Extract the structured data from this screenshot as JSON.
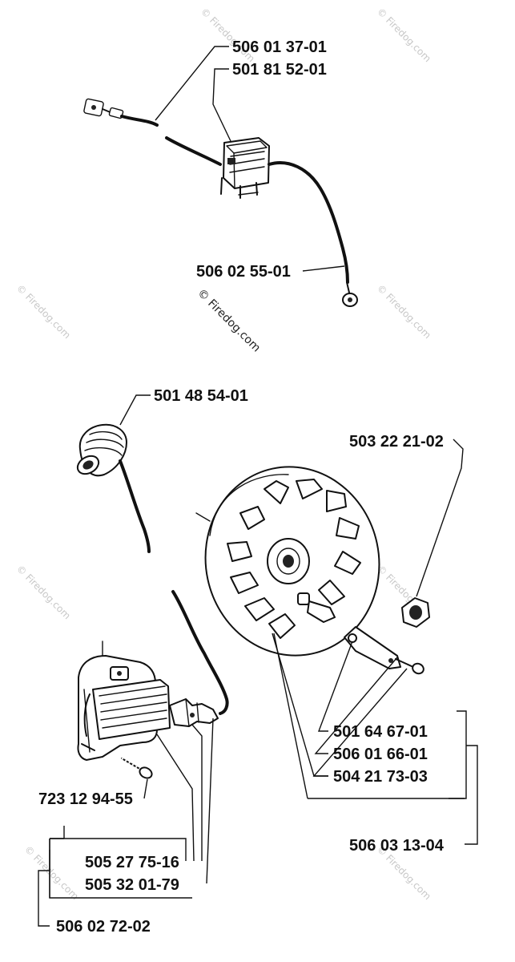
{
  "watermark": {
    "text": "© Firedog.com",
    "center_text": "© Firedog.com"
  },
  "parts": {
    "p1": "506 01 37-01",
    "p2": "501 81 52-01",
    "p3": "506 02 55-01",
    "p4": "501 48 54-01",
    "p5": "503 22 21-02",
    "p6": "501 64 67-01",
    "p7": "506 01 66-01",
    "p8": "504 21 73-03",
    "p9": "506 03 13-04",
    "p10": "723 12 94-55",
    "p11": "505 27 75-16",
    "p12": "505 32 01-79",
    "p13": "506 02 72-02"
  }
}
